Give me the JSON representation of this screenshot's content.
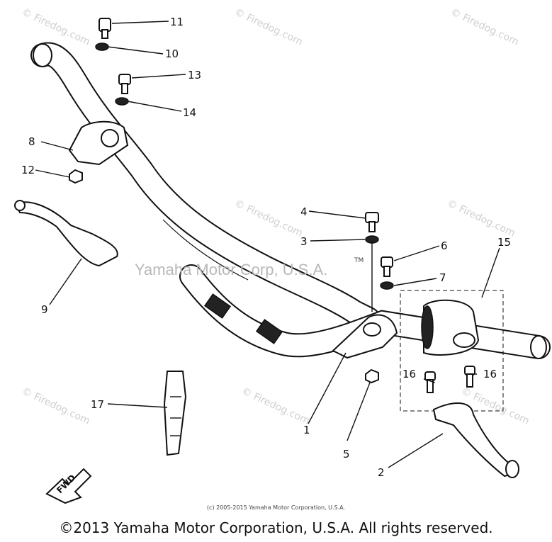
{
  "watermark_text": "© Firedog.com",
  "center_watermark": "Yamaha Motor Corp, U.S.A.",
  "trademark": "TM",
  "fwd_label": "FWD",
  "small_copyright": "(c) 2005-2015 Yamaha Motor Corporation, U.S.A.",
  "footer_copyright": "©2013 Yamaha Motor Corporation, U.S.A. All rights reserved.",
  "callouts": [
    {
      "id": "1",
      "label": "1"
    },
    {
      "id": "2",
      "label": "2"
    },
    {
      "id": "3",
      "label": "3"
    },
    {
      "id": "4",
      "label": "4"
    },
    {
      "id": "5",
      "label": "5"
    },
    {
      "id": "6",
      "label": "6"
    },
    {
      "id": "7",
      "label": "7"
    },
    {
      "id": "8",
      "label": "8"
    },
    {
      "id": "9",
      "label": "9"
    },
    {
      "id": "10",
      "label": "10"
    },
    {
      "id": "11",
      "label": "11"
    },
    {
      "id": "12",
      "label": "12"
    },
    {
      "id": "13",
      "label": "13"
    },
    {
      "id": "14",
      "label": "14"
    },
    {
      "id": "15",
      "label": "15"
    },
    {
      "id": "16a",
      "label": "16"
    },
    {
      "id": "16b",
      "label": "16"
    },
    {
      "id": "17",
      "label": "17"
    }
  ]
}
